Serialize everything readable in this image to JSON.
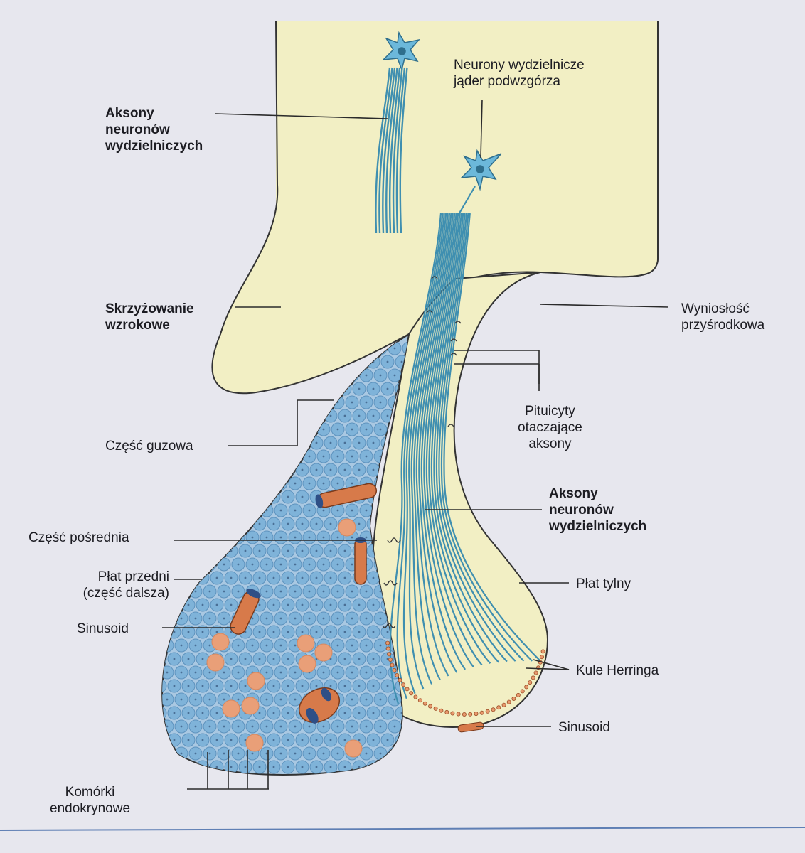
{
  "diagram": {
    "colors": {
      "background": "#e7e7ee",
      "hypothalamus": "#f2efc4",
      "axon": "#3f8fb0",
      "endocrine_cell": "#7fb3d9",
      "orange_cell": "#e99f78",
      "sinusoid": "#d77a4a",
      "leader_line": "#2b2b2b"
    },
    "labels": {
      "neurons_top": "Neurony wydzielnicze\njąder podwzgórza",
      "axons_left": "Aksony\nneuronów\nwydzielniczych",
      "optic_chiasm": "Skrzyżowanie\nwzrokowe",
      "median_eminence": "Wyniosłość\nprzyśrodkowa",
      "pituicytes": "Pituicyty\notaczające\naksony",
      "pars_tuberalis": "Część guzowa",
      "axons_right": "Aksony\nneuronów\nwydzielniczych",
      "pars_intermedia": "Część pośrednia",
      "anterior_lobe": "Płat przedni\n(część dalsza)",
      "posterior_lobe": "Płat tylny",
      "sinusoid_left": "Sinusoid",
      "herring_bodies": "Kule Herringa",
      "sinusoid_right": "Sinusoid",
      "endocrine_cells": "Komórki\nendokrynowe"
    }
  }
}
